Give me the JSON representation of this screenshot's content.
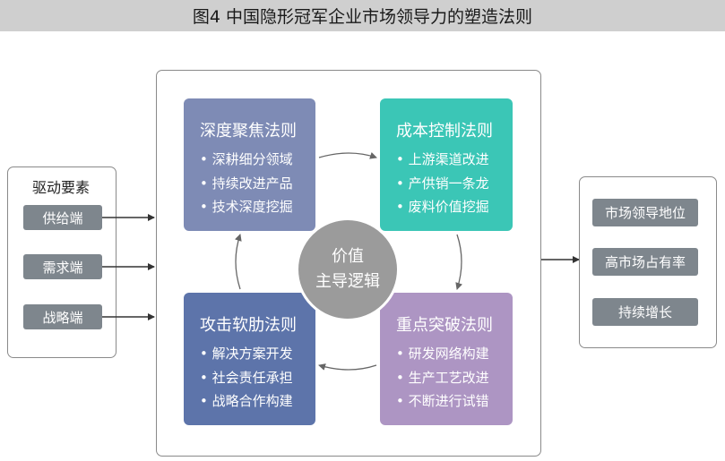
{
  "title": "图4 中国隐形冠军企业市场领导力的塑造法则",
  "drivers": {
    "heading": "驱动要素",
    "items": [
      "供给端",
      "需求端",
      "战略端"
    ]
  },
  "center": {
    "line1": "价值",
    "line2": "主导逻辑"
  },
  "laws": {
    "depth": {
      "title": "深度聚焦法则",
      "items": [
        "• 深耕细分领域",
        "• 持续改进产品",
        "• 技术深度挖掘"
      ]
    },
    "cost": {
      "title": "成本控制法则",
      "items": [
        "• 上游渠道改进",
        "• 产供销一条龙",
        "• 废料价值挖掘"
      ]
    },
    "breakthrough": {
      "title": "重点突破法则",
      "items": [
        "• 研发网络构建",
        "• 生产工艺改进",
        "• 不断进行试错"
      ]
    },
    "soft": {
      "title": "攻击软肋法则",
      "items": [
        "• 解决方案开发",
        "• 社会责任承担",
        "• 战略合作构建"
      ]
    }
  },
  "results": [
    "市场领导地位",
    "高市场占有率",
    "持续增长"
  ],
  "colors": {
    "depth": "#7e8bb5",
    "cost": "#3bc6b6",
    "breakthrough": "#ad95c3",
    "soft": "#5d74aa",
    "label_gray": "#7e868d",
    "title_bar": "#cfcfcf"
  }
}
